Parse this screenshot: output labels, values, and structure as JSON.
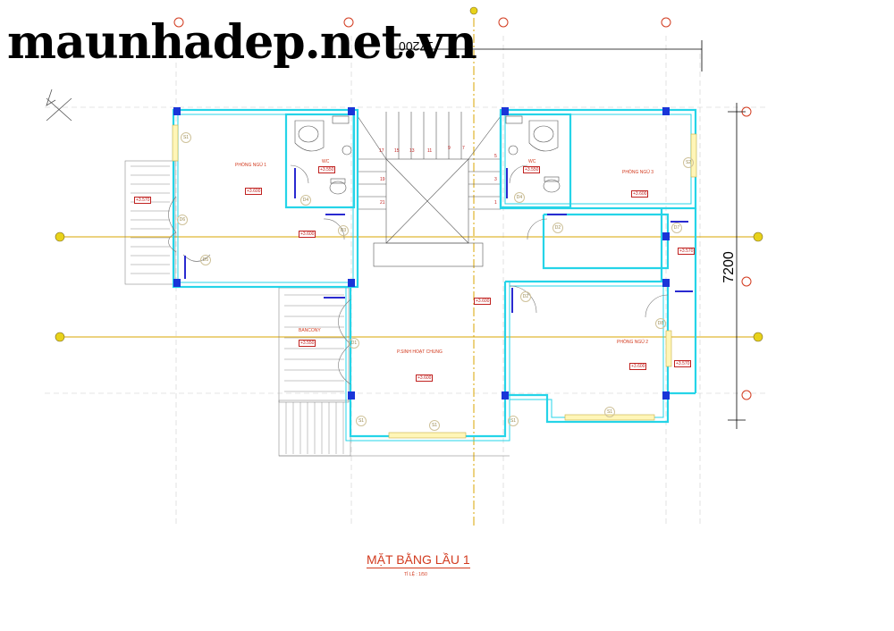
{
  "watermark": "maunhadep.net.vn",
  "dimensions": {
    "width": "17200",
    "depth": "7200"
  },
  "drawing_title": "MẶT BẰNG LẦU 1",
  "scale_note": "TỈ LỆ : 1/50",
  "rooms": {
    "bedroom1": "PHÒNG NGỦ 1",
    "bedroom2": "PHÒNG NGỦ 2",
    "bedroom3": "PHÒNG NGỦ 3",
    "living": "P.SINH HOẠT CHUNG",
    "balcony": "BANCONY",
    "wc_left": "WC",
    "wc_right": "WC"
  },
  "levels": {
    "l3600": "+3.600",
    "l3570": "+3.570",
    "l3550": "+3.550"
  },
  "doors": {
    "d1": "D1",
    "d2": "D2",
    "d3": "D3",
    "d4": "D4",
    "d5": "D5",
    "d6": "D6",
    "d7": "D7",
    "d8": "D8",
    "s1": "S1",
    "s2": "S2"
  },
  "stair_steps": {
    "s17": "17",
    "s15": "15",
    "s13": "13",
    "s11": "11",
    "s9": "9",
    "s7": "7",
    "s5": "5",
    "s3": "3",
    "s1": "1",
    "s19": "19",
    "s21": "21"
  },
  "colors": {
    "wall": "#25d4e8",
    "column": "#1a35d8",
    "gridline": "#d8a400",
    "text": "#d23a1e",
    "hatch": "#8a8a8a"
  }
}
